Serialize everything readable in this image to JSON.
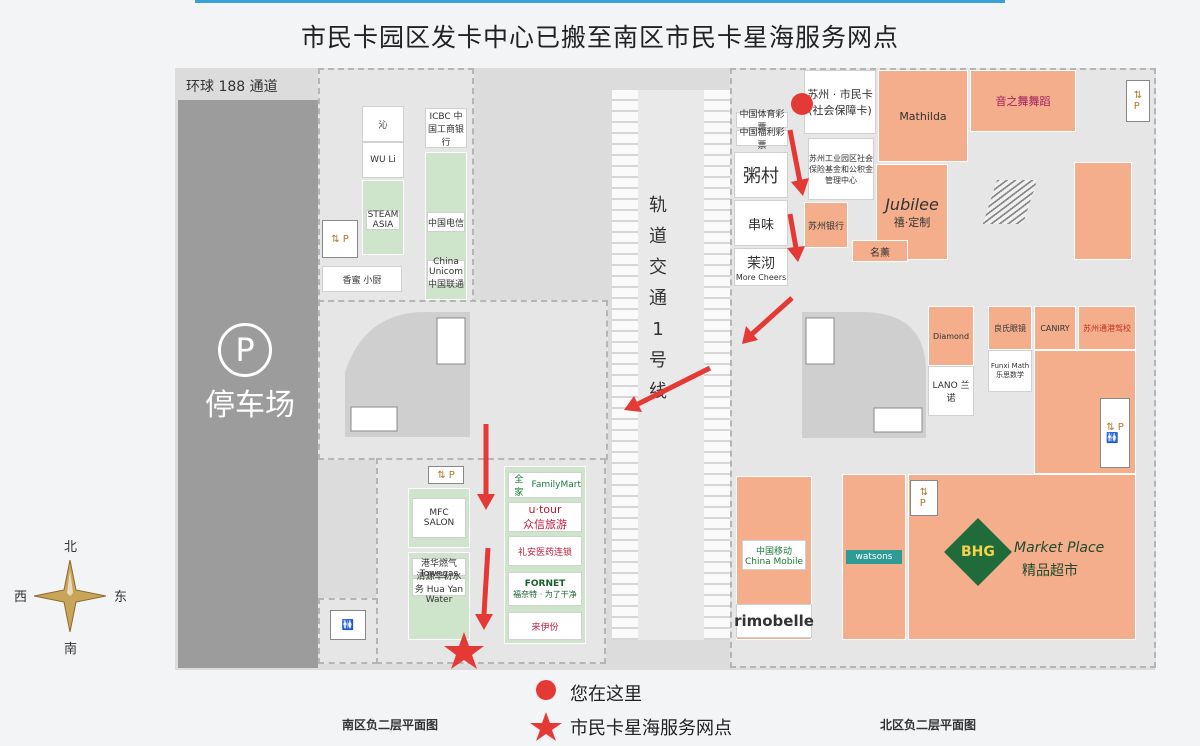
{
  "title": "市民卡园区发卡中心已搬至南区市民卡星海服务网点",
  "road_label": "环球 188 通道",
  "parking": {
    "symbol": "P",
    "label": "停车场"
  },
  "rail": {
    "chars": [
      "轨",
      "道",
      "交",
      "通",
      "1",
      "号",
      "线"
    ]
  },
  "south_shops": {
    "shop_a": "沁",
    "shop_b": "ICBC 中国工商银行",
    "shop_c": "WU Li",
    "shop_d": "中国电信",
    "shop_e": "China Unicom中国联通",
    "shop_f": "香蜜 小厨",
    "shop_g": "STEAM ASIA",
    "mfc": "MFC SALON",
    "familymart_cn": "全 家",
    "familymart_en": "FamilyMart",
    "utour_en": "u·tour",
    "utour_cn": "众信旅游",
    "pharmacy": "礼安医药连锁",
    "fornet": "FORNET",
    "fornet_sub": "福奈特 · 为了干净",
    "laiyiyuan": "来伊份",
    "towngas": "港华燃气 Towngas",
    "water": "清源华衍水务 Hua Yan Water"
  },
  "north_shops": {
    "smk": "苏州 · 市民卡",
    "smk_sub": "(社会保障卡)",
    "mathilda": "Mathilda",
    "dance": "音之舞舞蹈",
    "bank1": "中国体育彩票",
    "bank2": "中国福利彩票",
    "zhoucun": "粥村",
    "social_security": "苏州工业园区社会保险基金和公积金管理中心",
    "jubilee": "Jubilee",
    "jubilee_cn": "禧·定制",
    "chuanwei": "串味",
    "suzhou_bank": "苏州银行",
    "mingzhou": "名薰",
    "molian": "茉沏",
    "molian_en": "More Cheers",
    "shop_h": "Diamond",
    "lano": "LANO 兰诺",
    "optical": "良氏眼镜",
    "canry": "CANIRY",
    "driving": "苏州通港驾校",
    "funnel": "Funxi Math 乐思数学",
    "cmcc": "中国移动 China Mobile",
    "watsons": "watsons",
    "rimobelle": "rimobelle",
    "bhg_logo": "BHG",
    "bhg_en": "Market Place",
    "bhg_cn": "精品超市"
  },
  "legend": {
    "here": "您在这里",
    "service": "市民卡星海服务网点"
  },
  "floor_labels": {
    "south": "南区负二层平面图",
    "north": "北区负二层平面图"
  },
  "compass": {
    "n": "北",
    "s": "南",
    "w": "西",
    "e": "东"
  },
  "colors": {
    "shop": "#f4ae8b",
    "green_shop": "#cfe5cb",
    "marker": "#e53935",
    "parking": "#9c9c9c"
  }
}
